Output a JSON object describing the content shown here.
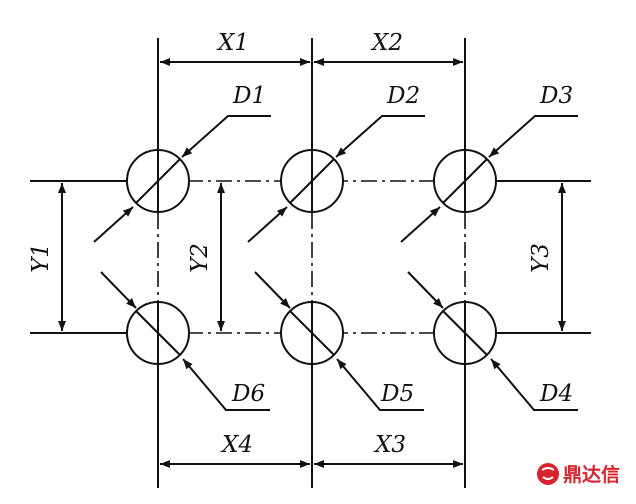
{
  "diagram": {
    "holes": [
      {
        "id": "D1",
        "label": "D1"
      },
      {
        "id": "D2",
        "label": "D2"
      },
      {
        "id": "D3",
        "label": "D3"
      },
      {
        "id": "D6",
        "label": "D6"
      },
      {
        "id": "D5",
        "label": "D5"
      },
      {
        "id": "D4",
        "label": "D4"
      }
    ],
    "dimensions": {
      "x_top": [
        "X1",
        "X2"
      ],
      "x_bottom": [
        "X4",
        "X3"
      ],
      "y": [
        "Y1",
        "Y2",
        "Y3"
      ]
    }
  },
  "watermark": {
    "text": "鼎达信",
    "color": "#d9232d"
  }
}
